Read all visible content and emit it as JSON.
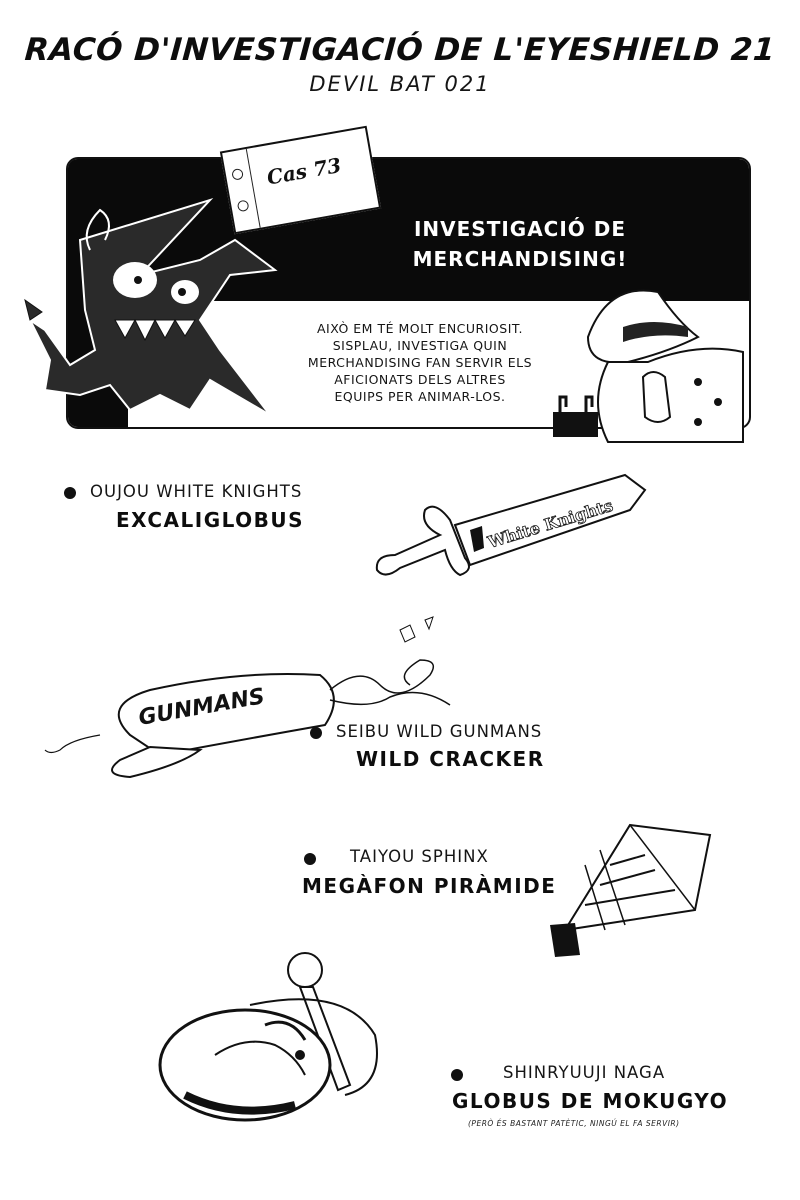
{
  "header": {
    "title": "RACÓ D'INVESTIGACIÓ DE L'EYESHIELD 21",
    "subtitle": "DEVIL BAT 021"
  },
  "banner": {
    "case_label": "Cas 73",
    "headline_line1": "INVESTIGACIÓ DE",
    "headline_line2": "MERCHANDISING!",
    "request_lines": [
      "AIXÒ EM TÉ MOLT ENCURIOSIT.",
      "SISPLAU, INVESTIGA QUIN",
      "MERCHANDISING FAN SERVIR ELS",
      "AFICIONATS DELS ALTRES",
      "EQUIPS PER ANIMAR-LOS."
    ],
    "characters": [
      "devil-bat-mascot",
      "detective-with-phone"
    ]
  },
  "items": [
    {
      "team": "OUJOU WHITE KNIGHTS",
      "product": "EXCALIGLOBUS",
      "illustration": "inflatable-sword",
      "illustration_text": "White Knights"
    },
    {
      "team": "SEIBU WILD GUNMANS",
      "product": "WILD CRACKER",
      "illustration": "party-cracker",
      "illustration_text": "GUNMANS"
    },
    {
      "team": "TAIYOU SPHINX",
      "product": "MEGÀFON PIRÀMIDE",
      "illustration": "pyramid-megaphone"
    },
    {
      "team": "SHINRYUUJI NAGA",
      "product": "GLOBUS DE MOKUGYO",
      "note": "(PERÒ ÉS BASTANT PATÈTIC, NINGÚ EL FA SERVIR)",
      "illustration": "mokugyo-balloon"
    }
  ],
  "colors": {
    "ink": "#111111",
    "paper": "#ffffff"
  }
}
